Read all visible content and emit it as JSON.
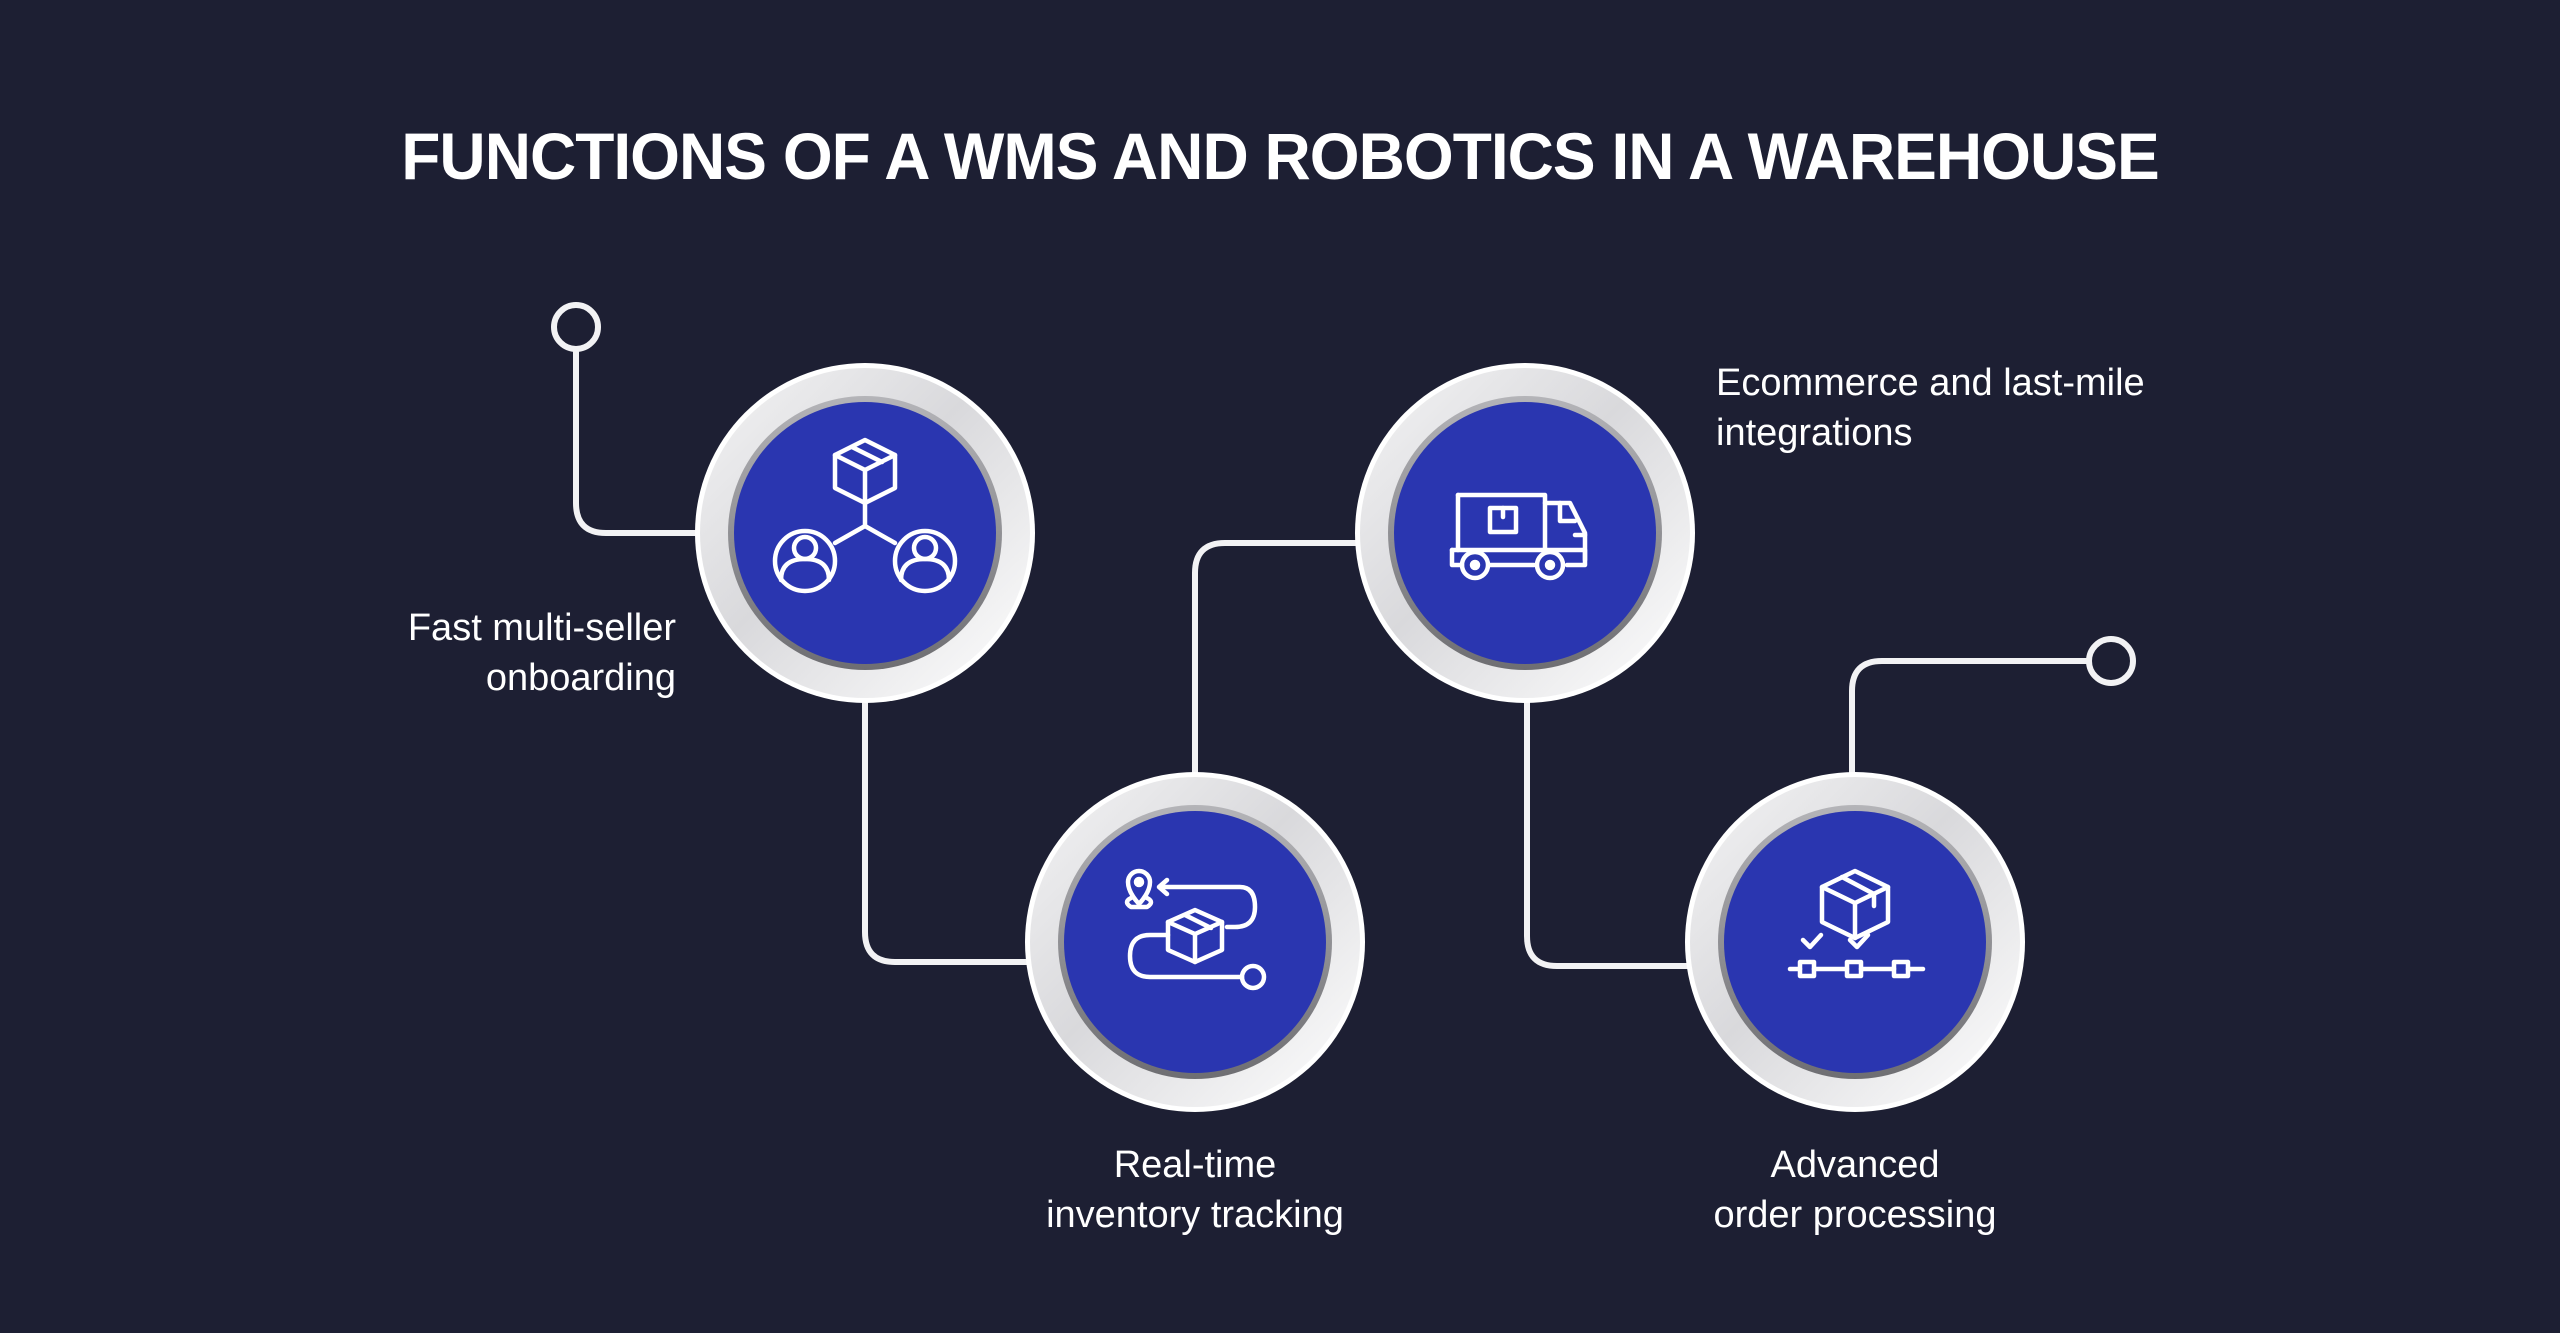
{
  "title": "FUNCTIONS OF A WMS AND ROBOTICS IN A WAREHOUSE",
  "colors": {
    "background": "#1d1f33",
    "node_blue": "#2a36b0",
    "line": "#f2f2f4",
    "ring_light": "#e4e4e6",
    "ring_dark": "#8a8a8e"
  },
  "steps": [
    {
      "id": 1,
      "icon": "multi-seller-box-icon",
      "label_lines": [
        "Fast multi-seller",
        "onboarding"
      ]
    },
    {
      "id": 2,
      "icon": "inventory-tracking-route-icon",
      "label_lines": [
        "Real-time",
        "inventory tracking"
      ]
    },
    {
      "id": 3,
      "icon": "delivery-truck-icon",
      "label_lines": [
        "Ecommerce and last-mile",
        "integrations"
      ]
    },
    {
      "id": 4,
      "icon": "order-processing-icon",
      "label_lines": [
        "Advanced",
        "order processing"
      ]
    }
  ]
}
